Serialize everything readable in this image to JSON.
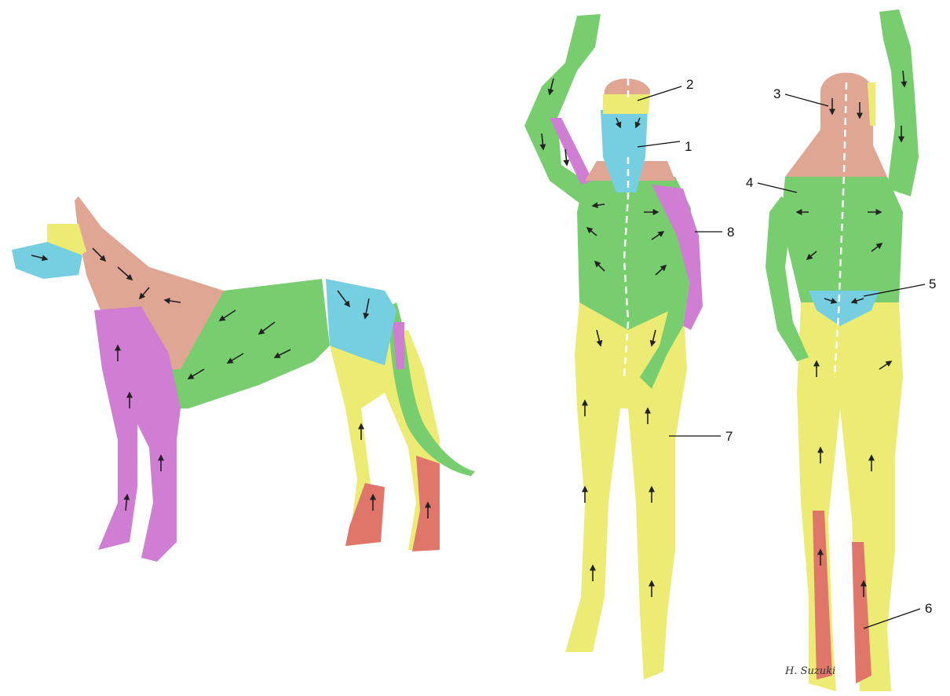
{
  "figure": {
    "region_colors": {
      "pink_salmon": "#e0a694",
      "yellow": "#eceb74",
      "cyan": "#75cfe1",
      "green": "#78cd6e",
      "magenta": "#cf7ed3",
      "red": "#e07569",
      "skin_base": "#e8c7a7"
    },
    "callouts": [
      {
        "id": "1",
        "label": "1"
      },
      {
        "id": "2",
        "label": "2"
      },
      {
        "id": "3",
        "label": "3"
      },
      {
        "id": "4",
        "label": "4"
      },
      {
        "id": "5",
        "label": "5"
      },
      {
        "id": "6",
        "label": "6"
      },
      {
        "id": "7",
        "label": "7"
      },
      {
        "id": "8",
        "label": "8"
      }
    ],
    "signature": "H. Suzuki"
  }
}
